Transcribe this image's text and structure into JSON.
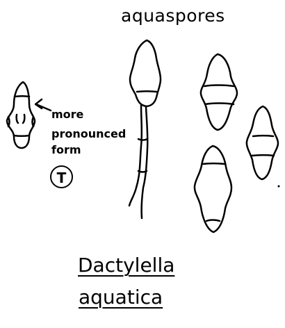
{
  "header": {
    "title": "aquaspores"
  },
  "annotation": {
    "lines": [
      "more",
      "pronounced",
      "form"
    ],
    "circle_letter": "T"
  },
  "caption": {
    "genus": "Dactylella",
    "species": "aquatica"
  },
  "colors": {
    "ink": "#000000",
    "paper": "#ffffff"
  }
}
